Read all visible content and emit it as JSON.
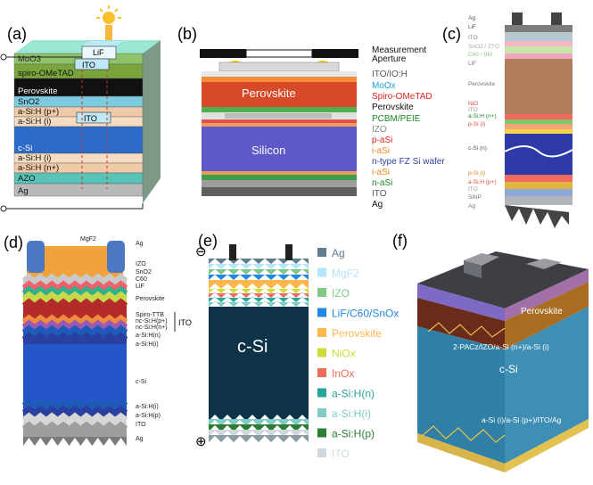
{
  "panels": {
    "a": {
      "tag": "(a)",
      "layers": [
        "LiF",
        "ITO",
        "MoO3",
        "spiro-OMeTAD",
        "Perovskite",
        "SnO2",
        "ITO",
        "a-Si:H (p+)",
        "a-Si:H (i)",
        "c-Si",
        "a-Si:H (i)",
        "a-Si:H (n+)",
        "AZO",
        "Ag"
      ]
    },
    "b": {
      "tag": "(b)",
      "layers": [
        "Measurement",
        "Aperture",
        "ITO/IO:H",
        "MoOx",
        "Spiro-OMeTAD",
        "Perovskite",
        "PCBM/PEIE",
        "IZO",
        "p-aSi",
        "i-aSi",
        "n-type FZ Si wafer",
        "i-aSi",
        "n-aSi",
        "ITO",
        "Ag"
      ],
      "body_labels": [
        "Perovskite",
        "Silicon"
      ]
    },
    "c": {
      "tag": "(c)",
      "layers": [
        "Ag",
        "LiF",
        "ITO",
        "SnO2 / ZTO",
        "C60 / BM",
        "LiF",
        "Perovskite",
        "NiO",
        "ITO",
        "a-Si:H (n+)",
        "p-Si (i)",
        "c-Si (n)",
        "p-Si (i)",
        "a-Si:H (p+)",
        "ITO",
        "SiNP",
        "Ag"
      ]
    },
    "d": {
      "tag": "(d)",
      "layers": [
        "MgF2",
        "Ag",
        "IZO",
        "SnO2",
        "C60",
        "LiF",
        "Perovskite",
        "Spiro-TTB",
        "nc-Si:H(p+)",
        "nc-Si:H(n+)",
        "a-Si:H(n)",
        "a-Si:H(i)",
        "c-Si",
        "a-Si:H(i)",
        "a-Si:H(p)",
        "ITO",
        "Ag"
      ],
      "bracket_label": "ITO"
    },
    "e": {
      "tag": "(e)",
      "body_label": "c-Si",
      "legend": [
        {
          "label": "Ag",
          "color": "#607d8b"
        },
        {
          "label": "MgF2",
          "color": "#b3e5fc"
        },
        {
          "label": "IZO",
          "color": "#81c784"
        },
        {
          "label": "LiF/C60/SnOx",
          "color": "#1e88e5"
        },
        {
          "label": "Perovskite",
          "color": "#ffb74d"
        },
        {
          "label": "NiOx",
          "color": "#cddc39"
        },
        {
          "label": "InOx",
          "color": "#ef6c5a"
        },
        {
          "label": "a-Si:H(n)",
          "color": "#26a69a"
        },
        {
          "label": "a-Si:H(i)",
          "color": "#80cbc4"
        },
        {
          "label": "a-Si:H(p)",
          "color": "#2e7d32"
        },
        {
          "label": "ITO",
          "color": "#cfd8dc"
        }
      ],
      "minus": "⊖",
      "plus": "⊕"
    },
    "f": {
      "tag": "(f)",
      "labels": [
        "Perovskite",
        "2-PACz/IZO/a-Si (n+)/a-Si (i)",
        "c-Si",
        "a-Si (i)/a-Si (p+)/ITO/Ag"
      ]
    }
  }
}
